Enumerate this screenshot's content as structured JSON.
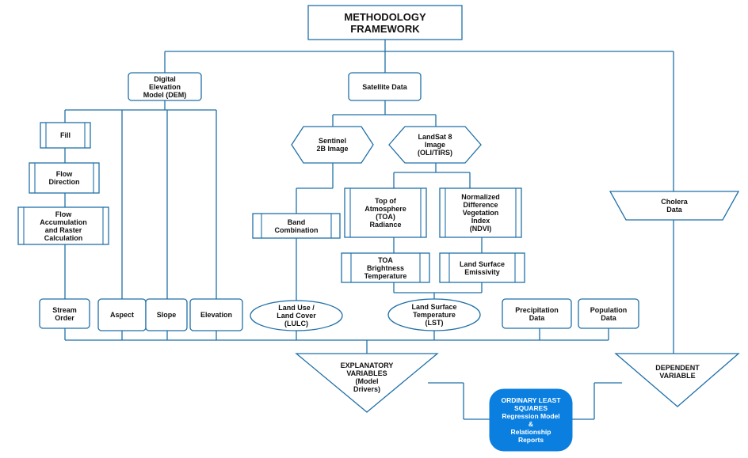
{
  "diagram": {
    "title": "METHODOLOGY\nFRAMEWORK",
    "nodes": {
      "dem": "Digital\nElevation\nModel (DEM)",
      "satellite": "Satellite Data",
      "fill": "Fill",
      "flow_direction": "Flow\nDirection",
      "flow_accumulation": "Flow\nAccumulation\nand Raster\nCalculation",
      "sentinel": "Sentinel\n2B Image",
      "landsat": "LandSat 8\nImage\n(OLI/TIRS)",
      "toa_radiance": "Top of\nAtmosphere\n(TOA)\nRadiance",
      "ndvi": "Normalized\nDifference\nVegetation\nIndex\n(NDVI)",
      "cholera": "Cholera\nData",
      "band_combination": "Band\nCombination",
      "toa_brightness": "TOA\nBrightness\nTemperature",
      "lse": "Land Surface\nEmissivity",
      "stream_order": "Stream\nOrder",
      "aspect": "Aspect",
      "slope": "Slope",
      "elevation": "Elevation",
      "lulc": "Land Use /\nLand Cover\n(LULC)",
      "lst": "Land Surface\nTemperature\n(LST)",
      "precipitation": "Precipitation\nData",
      "population": "Population\nData",
      "explanatory": "EXPLANATORY\nVARIABLES\n(Model\nDrivers)",
      "dependent": "DEPENDENT\nVARIABLE",
      "ols": "ORDINARY LEAST\nSQUARES\nRegression Model\n&\nRelationship\nReports"
    },
    "colors": {
      "stroke": "#1f6fa8",
      "ols_fill": "#0a7fe0",
      "ols_text": "#ffffff"
    }
  }
}
